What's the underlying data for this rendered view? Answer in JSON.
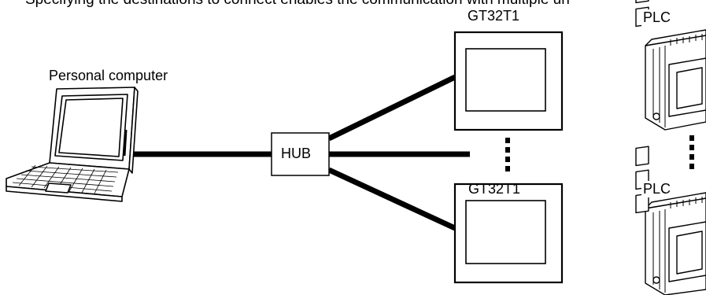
{
  "heading": "Specifying the destinations to connect enables the communication with multiple un",
  "labels": {
    "personal_computer": "Personal computer",
    "hub": "HUB",
    "gt_top": "GT32T1",
    "gt_bottom": "GT32T1",
    "plc_top": "PLC",
    "plc_bottom": "PLC"
  },
  "icons": {
    "laptop": "laptop-icon",
    "hub": "hub-box",
    "gt_panel": "touch-panel-icon",
    "plc": "plc-unit-icon"
  },
  "colors": {
    "line": "#000000",
    "background": "#ffffff"
  }
}
